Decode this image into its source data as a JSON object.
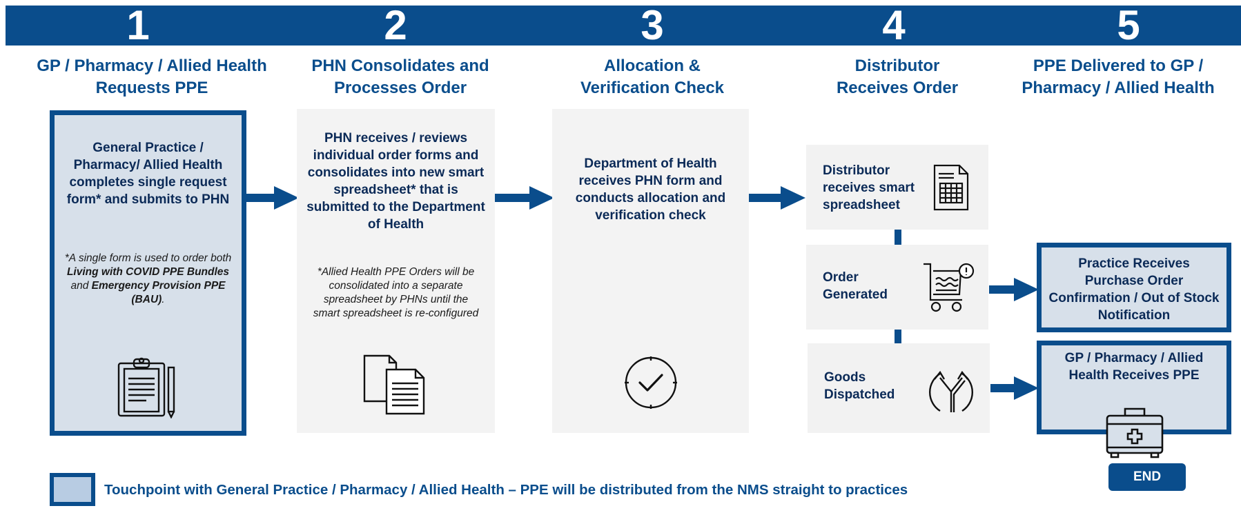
{
  "steps": [
    {
      "number": "1",
      "title": "GP / Pharmacy / Allied Health Requests PPE"
    },
    {
      "number": "2",
      "title": "PHN Consolidates and Processes Order"
    },
    {
      "number": "3",
      "title": "Allocation & Verification Check"
    },
    {
      "number": "4",
      "title": "Distributor Receives Order"
    },
    {
      "number": "5",
      "title": "PPE Delivered to GP / Pharmacy / Allied Health"
    }
  ],
  "cards": {
    "step1": {
      "main": "General Practice / Pharmacy/ Allied Health completes single request form* and submits to PHN",
      "note_parts": [
        "*A single form is used to order both ",
        "Living with COVID PPE Bundles",
        " and ",
        "Emergency Provision PPE (BAU)",
        "."
      ]
    },
    "step2": {
      "main": "PHN receives / reviews individual order forms and consolidates into new smart spreadsheet* that is submitted to the Department of Health",
      "note": "*Allied Health PPE Orders will be consolidated into a separate spreadsheet by PHNs until  the smart spreadsheet is re-configured"
    },
    "step3": {
      "main": "Department of Health receives PHN form and conducts allocation and verification check"
    }
  },
  "distributor": {
    "items": [
      {
        "label": "Distributor receives smart spreadsheet",
        "icon": "spreadsheet-icon"
      },
      {
        "label": "Order Generated",
        "icon": "cart-icon"
      },
      {
        "label": "Goods Dispatched",
        "icon": "dispatch-icon"
      }
    ]
  },
  "delivery": {
    "confirmation": "Practice Receives Purchase Order Confirmation / Out of Stock Notification",
    "receives": "GP / Pharmacy / Allied Health Receives PPE",
    "end_label": "END"
  },
  "legend": {
    "text": "Touchpoint with General Practice / Pharmacy / Allied Health – PPE will be distributed from the NMS straight to practices"
  },
  "colors": {
    "primary_blue": "#0a4d8c",
    "touchpoint_fill": "#d7e0ea",
    "grey_fill": "#f3f3f3"
  }
}
